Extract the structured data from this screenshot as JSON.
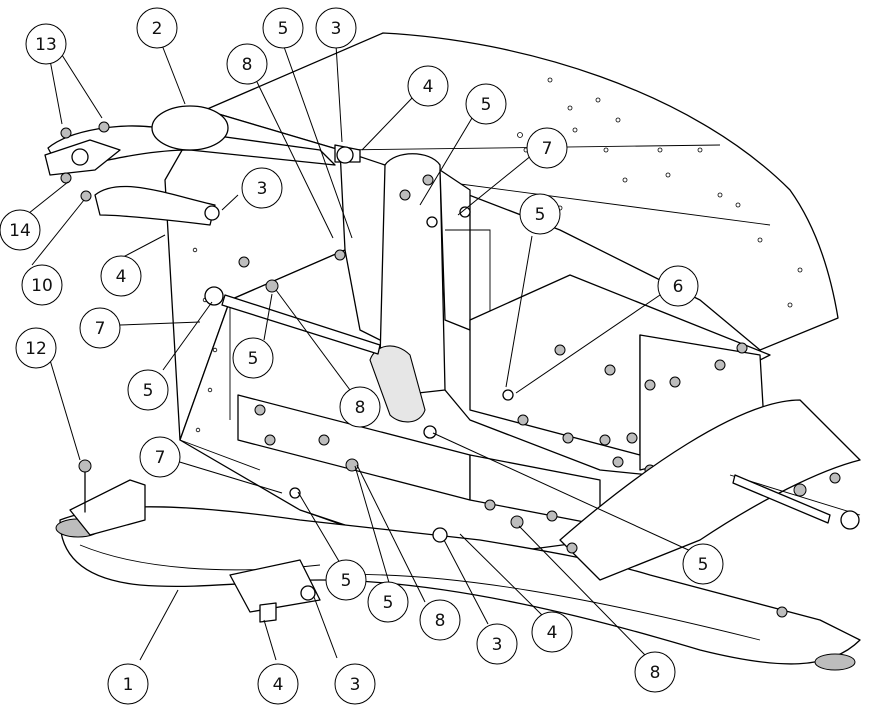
{
  "figure": {
    "type": "exploded assembly drawing",
    "callouts": [
      {
        "id": "c1",
        "label": "13"
      },
      {
        "id": "c2",
        "label": "2"
      },
      {
        "id": "c3",
        "label": "5"
      },
      {
        "id": "c4",
        "label": "3"
      },
      {
        "id": "c5",
        "label": "8"
      },
      {
        "id": "c6",
        "label": "4"
      },
      {
        "id": "c7",
        "label": "5"
      },
      {
        "id": "c8",
        "label": "7"
      },
      {
        "id": "c9",
        "label": "3"
      },
      {
        "id": "c10",
        "label": "5"
      },
      {
        "id": "c11",
        "label": "14"
      },
      {
        "id": "c12",
        "label": "4"
      },
      {
        "id": "c13",
        "label": "10"
      },
      {
        "id": "c14",
        "label": "6"
      },
      {
        "id": "c15",
        "label": "7"
      },
      {
        "id": "c16",
        "label": "5"
      },
      {
        "id": "c17",
        "label": "12"
      },
      {
        "id": "c18",
        "label": "8"
      },
      {
        "id": "c19",
        "label": "5"
      },
      {
        "id": "c20",
        "label": "7"
      },
      {
        "id": "c21",
        "label": "5"
      },
      {
        "id": "c22",
        "label": "5"
      },
      {
        "id": "c23",
        "label": "5"
      },
      {
        "id": "c24",
        "label": "8"
      },
      {
        "id": "c25",
        "label": "3"
      },
      {
        "id": "c26",
        "label": "4"
      },
      {
        "id": "c27",
        "label": "1"
      },
      {
        "id": "c28",
        "label": "4"
      },
      {
        "id": "c29",
        "label": "3"
      },
      {
        "id": "c30",
        "label": "8"
      }
    ]
  }
}
